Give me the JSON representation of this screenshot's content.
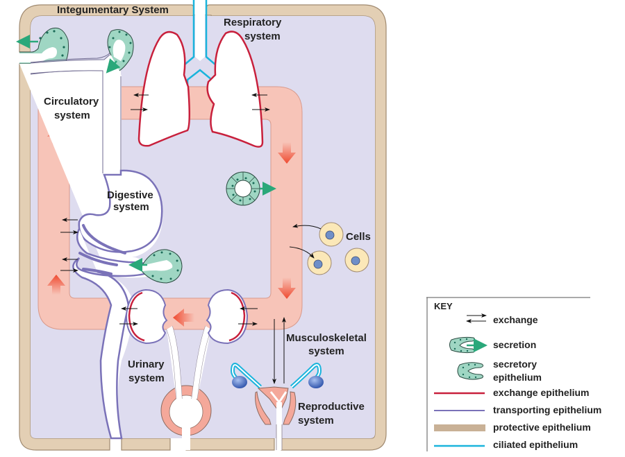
{
  "labels": {
    "integumentary": "Integumentary System",
    "respiratory_1": "Respiratory",
    "respiratory_2": "system",
    "circulatory_1": "Circulatory",
    "circulatory_2": "system",
    "digestive_1": "Digestive",
    "digestive_2": "system",
    "cells": "Cells",
    "urinary_1": "Urinary",
    "urinary_2": "system",
    "musculoskeletal_1": "Musculoskeletal",
    "musculoskeletal_2": "system",
    "reproductive_1": "Reproductive",
    "reproductive_2": "system"
  },
  "key": {
    "title": "KEY",
    "items": [
      {
        "label": "exchange",
        "icon": "exchange-arrows-icon"
      },
      {
        "label": "secretion",
        "icon": "secretion-gland-icon"
      },
      {
        "label_1": "secretory",
        "label_2": "epithelium",
        "icon": "secretory-epithelium-icon"
      },
      {
        "label": "exchange epithelium",
        "icon": "red-line",
        "color": "#c8203c"
      },
      {
        "label": "transporting epithelium",
        "icon": "purple-line",
        "color": "#7a72b8"
      },
      {
        "label": "protective epithelium",
        "icon": "tan-bar",
        "color": "#c9b196"
      },
      {
        "label": "ciliated epithelium",
        "icon": "cyan-line",
        "color": "#1ab4dc"
      }
    ]
  },
  "colors": {
    "protective": "#e3cfb4",
    "protective_edge": "#a08a70",
    "interior": "#dedcef",
    "circulatory": "#f7c4b8",
    "exchange": "#c8203c",
    "transporting": "#7a72b8",
    "ciliated": "#1ab4dc",
    "secretory": "#9fd6c3",
    "secretion_arrow": "#2aa87a",
    "cell_fill": "#fbe8b8",
    "nucleus": "#6f8fc8",
    "flow_arrow": "#f05a40"
  }
}
